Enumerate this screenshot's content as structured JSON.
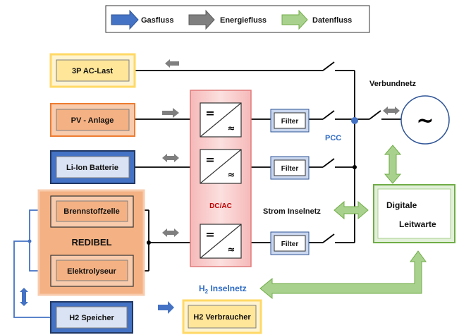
{
  "legend": {
    "gas": "Gasfluss",
    "energy": "Energiefluss",
    "data": "Datenfluss"
  },
  "blocks": {
    "ac_load": "3P AC-Last",
    "pv": "PV - Anlage",
    "battery": "Li-Ion Batterie",
    "fuel_cell": "Brennstoffzelle",
    "redibel": "REDIBEL",
    "electrolyzer": "Elektrolyseur",
    "h2_storage": "H2 Speicher",
    "h2_consumer": "H2 Verbraucher",
    "dcac": "DC/AC",
    "filter": "Filter",
    "control_line1": "Digitale",
    "control_line2": "Leitwarte"
  },
  "labels": {
    "grid": "Verbundnetz",
    "pcc": "PCC",
    "island_power": "Strom Inselnetz",
    "h2_prefix": "H",
    "h2_sub": "2",
    "h2_suffix": " Inselnetz",
    "ac_symbol": "~",
    "dc_symbol": "=",
    "ac_symbol_small": "≈"
  },
  "colors": {
    "gas": "#4472c4",
    "energy": "#7f7f7f",
    "data": "#a9d18e",
    "load": "#ffe699",
    "pv": "#f4b183",
    "battery": "#4472c4",
    "redibel": "#f8cbad",
    "inverter": "#f8cecc",
    "filter": "#c9d6ee"
  }
}
